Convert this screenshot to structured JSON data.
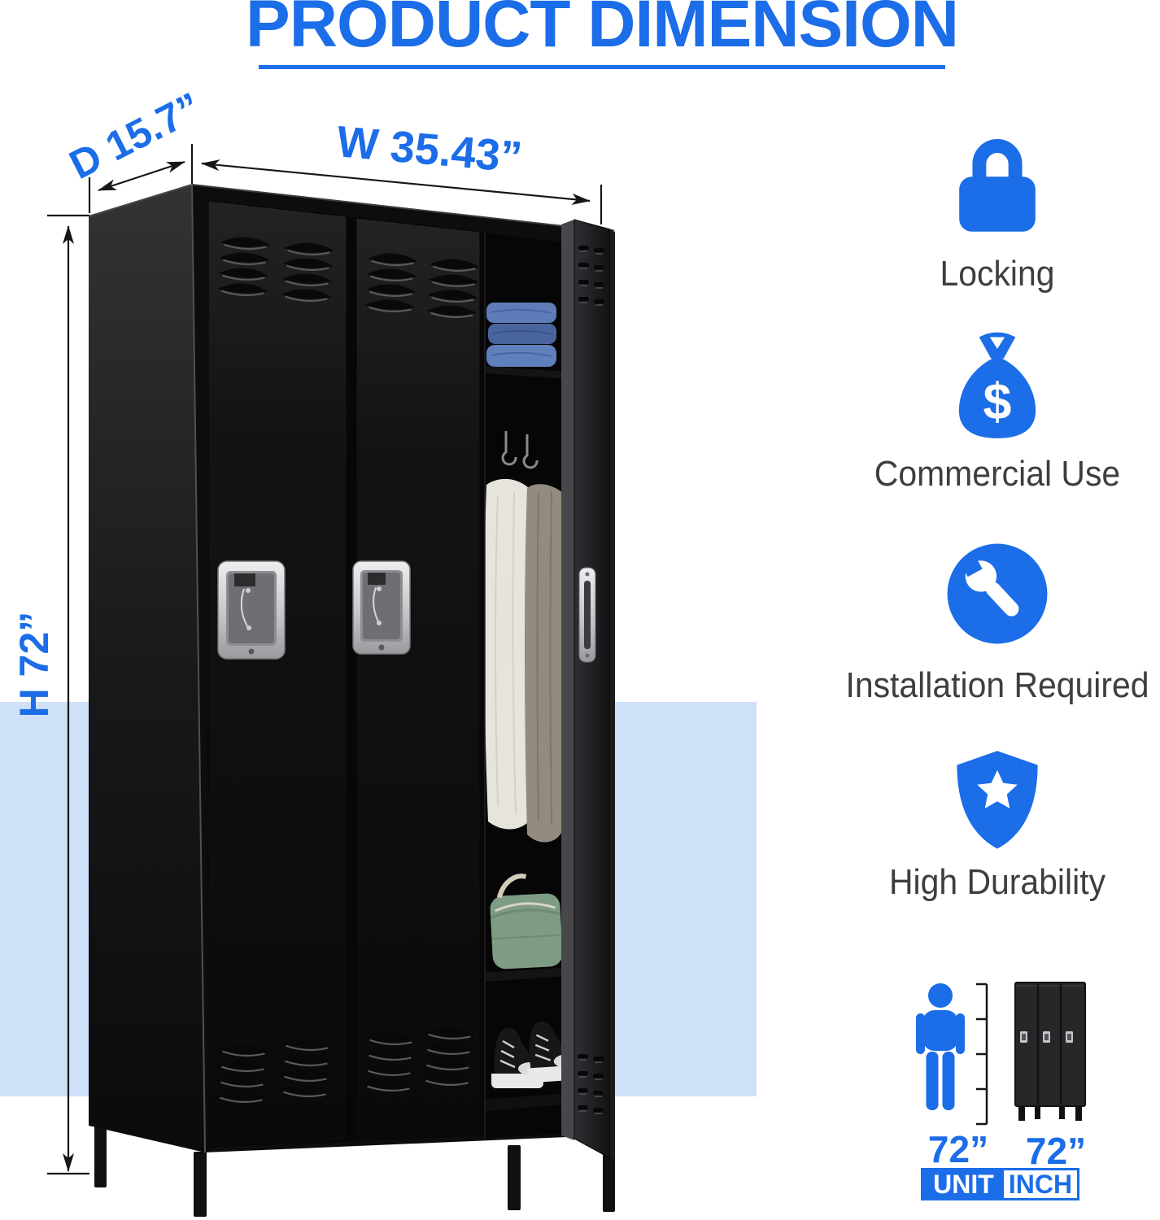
{
  "title": "PRODUCT DIMENSION",
  "dimensions": {
    "depth_label": "D 15.7”",
    "width_label": "W 35.43”",
    "height_label": "H 72”"
  },
  "features": [
    {
      "icon": "lock-icon",
      "label": "Locking"
    },
    {
      "icon": "money-bag-icon",
      "label": "Commercial Use",
      "glyph": "$"
    },
    {
      "icon": "wrench-icon",
      "label": "Installation Required"
    },
    {
      "icon": "shield-star-icon",
      "label": "High Durability"
    }
  ],
  "comparison": {
    "person_height_label": "72”",
    "locker_height_label": "72”",
    "unit_key": "UNIT",
    "unit_value": "INCH"
  },
  "colors": {
    "accent_blue": "#1B6DE8",
    "light_band": "#CFE1F8",
    "label_text": "#3E3E3E",
    "locker_black": "#0d0d0e"
  }
}
